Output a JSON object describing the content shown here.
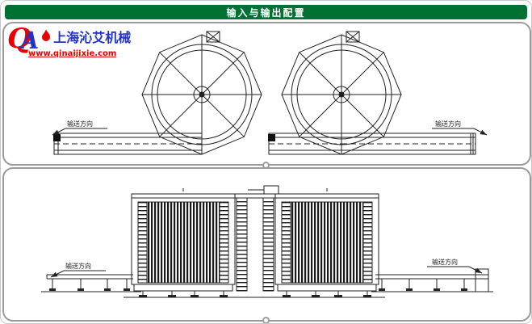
{
  "window": {
    "title": "输入与输出配置"
  },
  "logo": {
    "monogram_q": "Q",
    "monogram_a": "A",
    "company_name": "上海沁艾机械",
    "website": "www.qinaijixie.com",
    "brand_red": "#e60000",
    "brand_blue": "#2233cc"
  },
  "panels": {
    "top_view": {
      "left_conveyor_direction_label": "输送方向",
      "right_conveyor_direction_label": "输送方向"
    },
    "front_view": {
      "left_conveyor_direction_label": "输送方向",
      "right_conveyor_direction_label": "输送方向"
    }
  },
  "colors": {
    "header_bg": "#007033",
    "line": "#222222",
    "panel_border": "#9c9c9c"
  }
}
